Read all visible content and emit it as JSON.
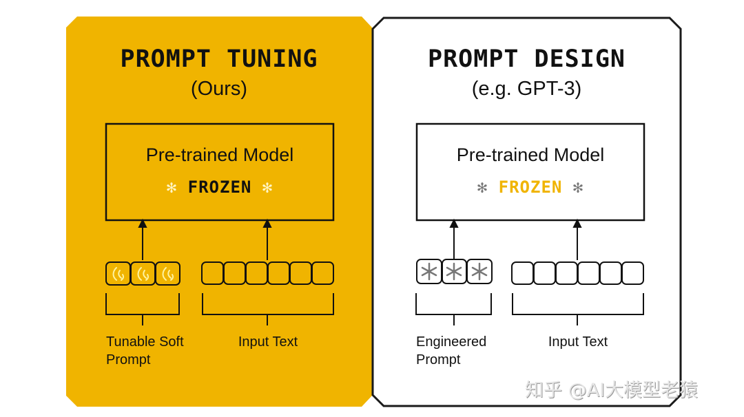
{
  "colors": {
    "accent_yellow": "#F0B400",
    "ink": "#111111",
    "asterisk_gray": "#777777",
    "flame_light": "#FFF3A0",
    "asterisk_light": "#FFF6C8"
  },
  "left_panel": {
    "title": "PROMPT TUNING",
    "subtitle": "(Ours)",
    "model_box": {
      "title": "Pre-trained Model",
      "status": "FROZEN",
      "status_icon": "asterisk-icon"
    },
    "prompt_tokens": {
      "count": 3,
      "icon": "flame-icon",
      "label_line1": "Tunable Soft",
      "label_line2": "Prompt"
    },
    "input_tokens": {
      "count": 6,
      "label": "Input Text"
    }
  },
  "right_panel": {
    "title": "PROMPT DESIGN",
    "subtitle": "(e.g. GPT-3)",
    "model_box": {
      "title": "Pre-trained Model",
      "status": "FROZEN",
      "status_icon": "asterisk-icon"
    },
    "prompt_tokens": {
      "count": 3,
      "icon": "asterisk-icon",
      "label_line1": "Engineered",
      "label_line2": "Prompt"
    },
    "input_tokens": {
      "count": 6,
      "label": "Input Text"
    }
  },
  "watermark": "知乎 @AI大模型老猿"
}
